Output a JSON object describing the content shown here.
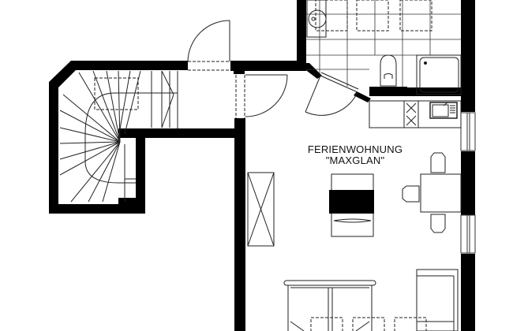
{
  "plan": {
    "title_line1": "FERIENWOHNUNG",
    "title_line2": "\"MAXGLAN\"",
    "colors": {
      "wall": "#000000",
      "line": "#222222",
      "background": "#ffffff",
      "dashed": "#444444"
    },
    "rooms": [
      "staircase",
      "entry-hall",
      "bathroom",
      "kitchen",
      "living-dining-area"
    ],
    "fixtures": [
      "spiral-staircase",
      "washbasin",
      "toilet",
      "shower-tray",
      "kitchen-sink",
      "stove-hob",
      "dining-table",
      "dining-chairs",
      "wardrobe",
      "armchair-tv",
      "sofa-bed",
      "cabinet",
      "windows",
      "doors"
    ]
  }
}
